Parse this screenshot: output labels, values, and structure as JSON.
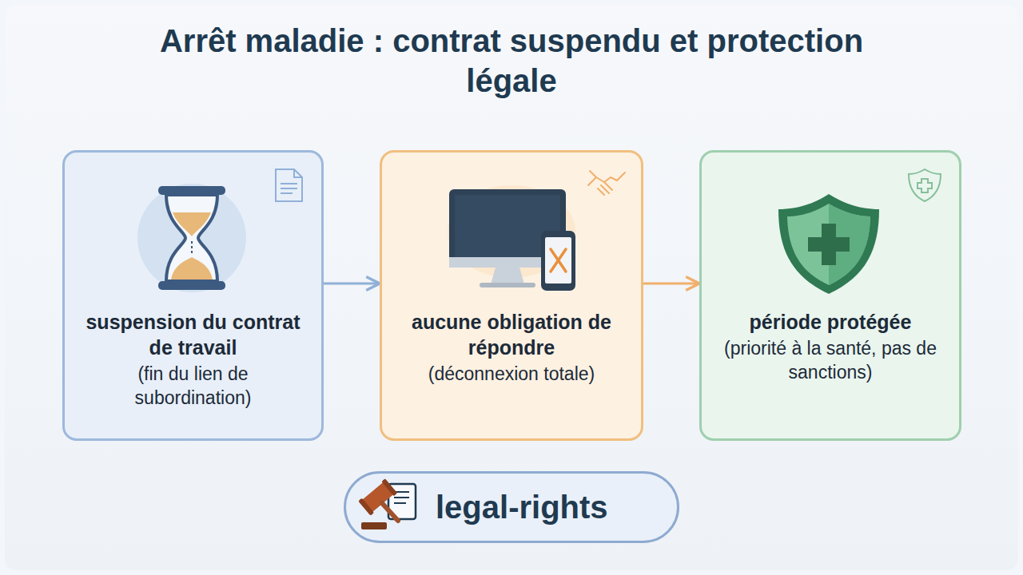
{
  "diagram": {
    "title": "Arrêt maladie : contrat suspendu et protection légale",
    "nodes": [
      {
        "text": [
          "suspension du contrat de travail",
          "(fin du lien de subordination)"
        ]
      },
      {
        "text": [
          "aucune obligation de répondre",
          "(déconnexion totale)"
        ]
      },
      {
        "text": [
          "période protégée",
          "(priorité à la santé, pas de sanctions)"
        ]
      },
      {
        "text": [
          "legal-rights"
        ]
      }
    ],
    "edges": [
      {
        "from": 0,
        "to": 1,
        "arrow": "to"
      },
      {
        "from": 1,
        "to": 2,
        "arrow": "to"
      },
      {
        "from": 0,
        "to": 3,
        "arrow": "none"
      },
      {
        "from": 2,
        "to": 3,
        "arrow": "to"
      }
    ]
  }
}
